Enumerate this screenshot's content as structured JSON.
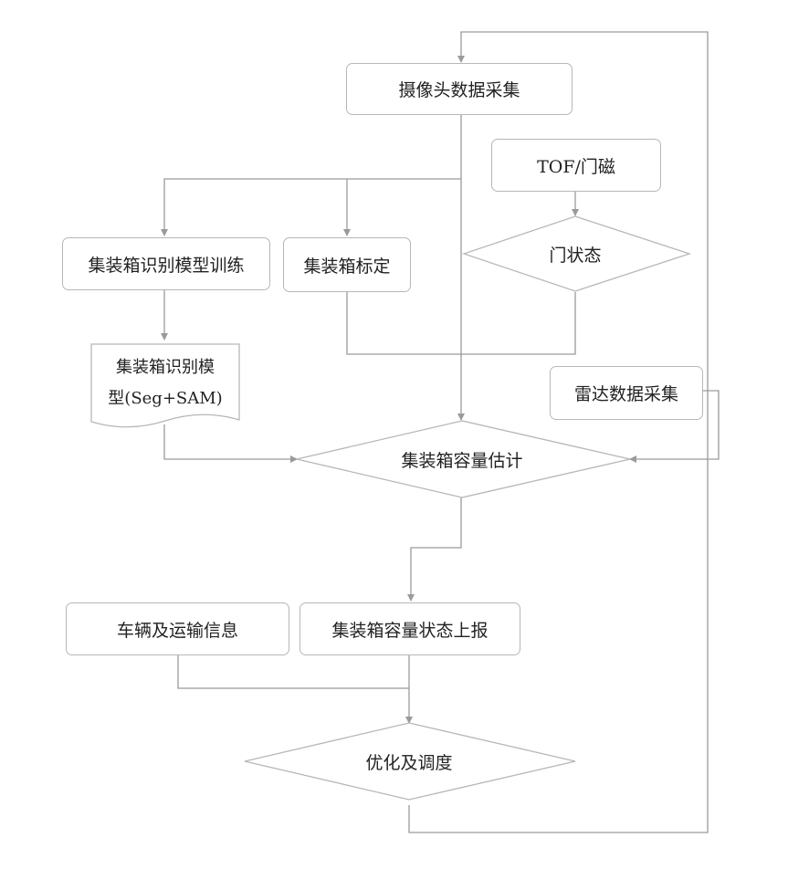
{
  "nodes": {
    "camera_capture": "摄像头数据采集",
    "tof_door_sensor": "TOF/门磁",
    "door_state": "门状态",
    "model_training": "集装箱识别模型训练",
    "calibration": "集装箱标定",
    "recognition_model_line1": "集装箱识别模",
    "recognition_model_line2": "型(Seg+SAM)",
    "radar_capture": "雷达数据采集",
    "capacity_estimation": "集装箱容量估计",
    "vehicle_info": "车辆及运输信息",
    "capacity_report": "集装箱容量状态上报",
    "optimize_dispatch": "优化及调度"
  },
  "colors": {
    "line": "#9a9a9a",
    "border": "#b7b7b7",
    "text": "#222222"
  }
}
